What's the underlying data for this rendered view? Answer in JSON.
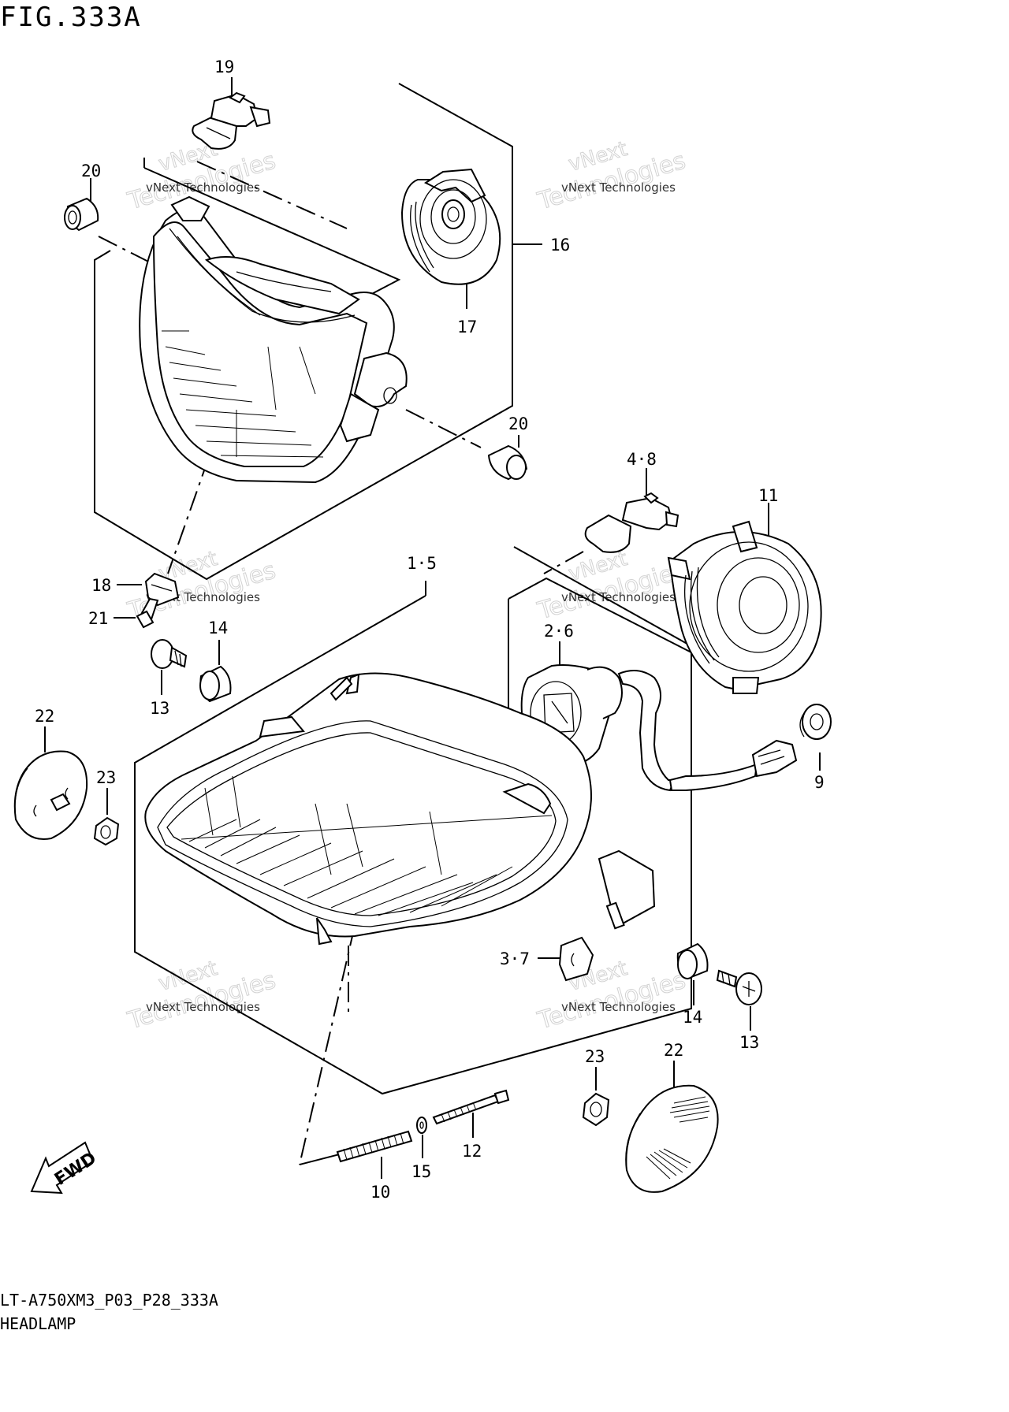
{
  "header": {
    "title": "FIG.333A"
  },
  "footer": {
    "model_code": "LT-A750XM3_P03_P28_333A",
    "part_name": "HEADLAMP"
  },
  "watermark": {
    "line1": "vNext",
    "line2": "Technologies",
    "line3": "vNext Technologies"
  },
  "fwd_label": "FWD",
  "callouts": [
    {
      "id": "19",
      "text": "19"
    },
    {
      "id": "20a",
      "text": "20"
    },
    {
      "id": "16",
      "text": "16"
    },
    {
      "id": "17",
      "text": "17"
    },
    {
      "id": "20b",
      "text": "20"
    },
    {
      "id": "4-8",
      "text": "4·8"
    },
    {
      "id": "11",
      "text": "11"
    },
    {
      "id": "1-5",
      "text": "1·5"
    },
    {
      "id": "18",
      "text": "18"
    },
    {
      "id": "21",
      "text": "21"
    },
    {
      "id": "14a",
      "text": "14"
    },
    {
      "id": "2-6",
      "text": "2·6"
    },
    {
      "id": "13a",
      "text": "13"
    },
    {
      "id": "22a",
      "text": "22"
    },
    {
      "id": "23a",
      "text": "23"
    },
    {
      "id": "9",
      "text": "9"
    },
    {
      "id": "3-7",
      "text": "3·7"
    },
    {
      "id": "14b",
      "text": "14"
    },
    {
      "id": "13b",
      "text": "13"
    },
    {
      "id": "23b",
      "text": "23"
    },
    {
      "id": "22b",
      "text": "22"
    },
    {
      "id": "12",
      "text": "12"
    },
    {
      "id": "15",
      "text": "15"
    },
    {
      "id": "10",
      "text": "10"
    }
  ]
}
